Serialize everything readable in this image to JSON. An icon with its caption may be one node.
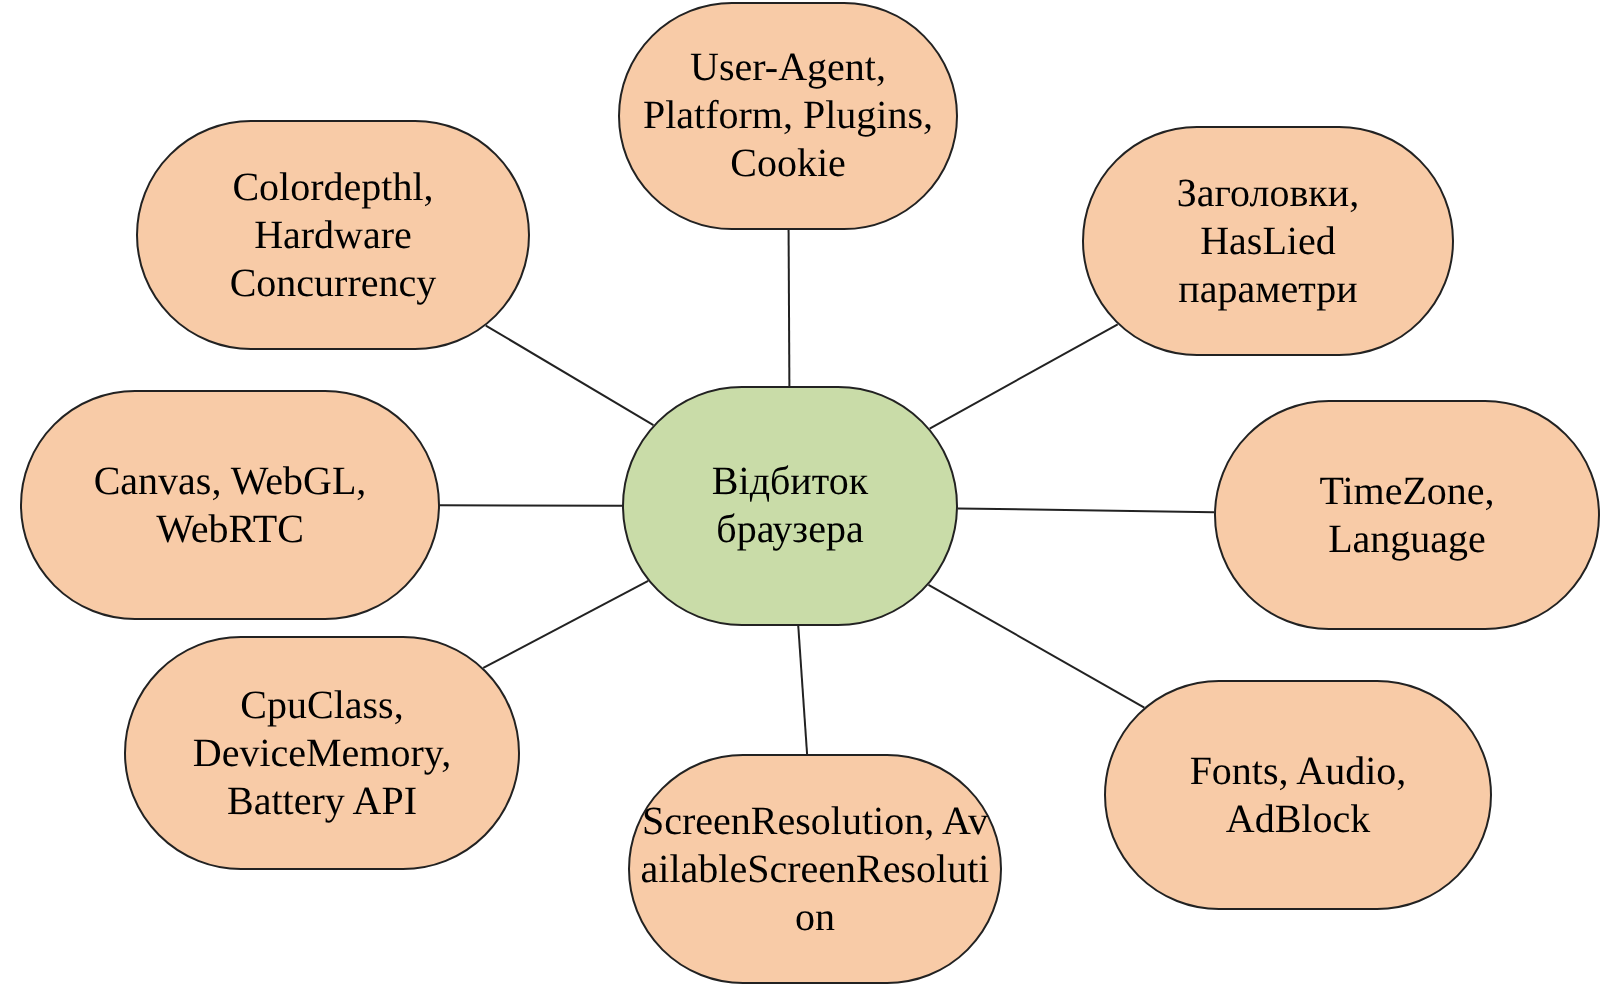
{
  "diagram": {
    "nodes": [
      {
        "text": [
          "User-Agent, Platform, Plugins, Cookie"
        ]
      },
      {
        "text": [
          "Colordepthl, Hardware Concurrency"
        ]
      },
      {
        "text": [
          "Заголовки, HasLied параметри"
        ]
      },
      {
        "text": [
          "Canvas, WebGL, WebRTC"
        ]
      },
      {
        "text": [
          "Відбиток браузера"
        ]
      },
      {
        "text": [
          "TimeZone, Language"
        ]
      },
      {
        "text": [
          "CpuClass, DeviceMemory, Battery API"
        ]
      },
      {
        "text": [
          "Fonts, Audio, AdBlock"
        ]
      },
      {
        "text": [
          "ScreenResolution, AvailableScreenResolution"
        ]
      }
    ],
    "edges": [
      {
        "from": 4,
        "to": 0,
        "arrow": "none"
      },
      {
        "from": 4,
        "to": 1,
        "arrow": "none"
      },
      {
        "from": 4,
        "to": 2,
        "arrow": "none"
      },
      {
        "from": 4,
        "to": 3,
        "arrow": "none"
      },
      {
        "from": 4,
        "to": 5,
        "arrow": "none"
      },
      {
        "from": 4,
        "to": 6,
        "arrow": "none"
      },
      {
        "from": 4,
        "to": 7,
        "arrow": "none"
      },
      {
        "from": 4,
        "to": 8,
        "arrow": "none"
      }
    ]
  }
}
